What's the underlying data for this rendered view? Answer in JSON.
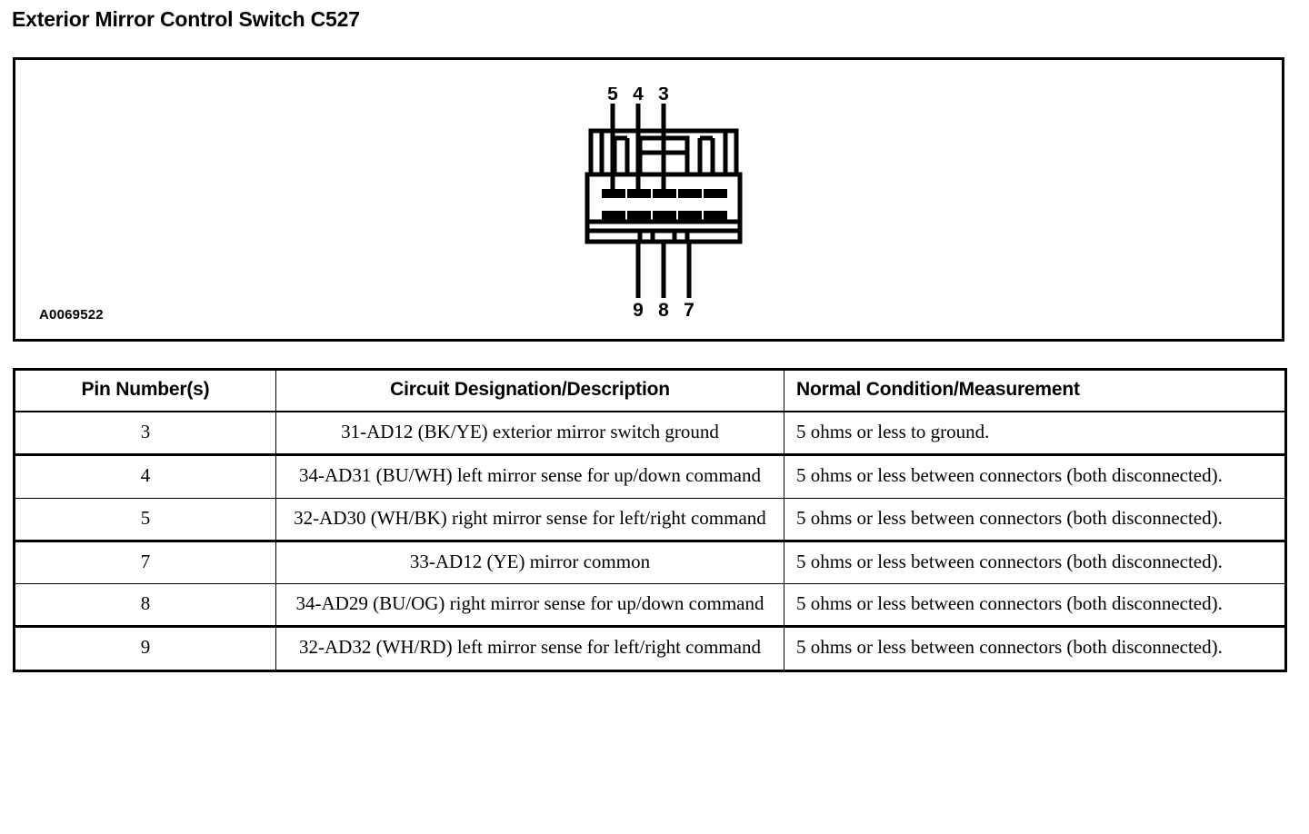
{
  "page": {
    "title": "Exterior Mirror Control Switch C527"
  },
  "diagram": {
    "id_label": "A0069522",
    "top_pin_labels": [
      "5",
      "4",
      "3"
    ],
    "bottom_pin_labels": [
      "9",
      "8",
      "7"
    ],
    "cavity_count_top": 5,
    "cavity_count_bottom": 5,
    "line_color": "#000000"
  },
  "table": {
    "headers": [
      "Pin Number(s)",
      "Circuit Designation/Description",
      "Normal Condition/Measurement"
    ],
    "rows": [
      {
        "pin": "3",
        "description": "31-AD12 (BK/YE) exterior mirror switch ground",
        "measurement": "5 ohms or less to ground."
      },
      {
        "pin": "4",
        "description": "34-AD31 (BU/WH) left mirror sense for up/down command",
        "measurement": "5 ohms or less between connectors (both disconnected)."
      },
      {
        "pin": "5",
        "description": "32-AD30 (WH/BK) right mirror sense for left/right command",
        "measurement": "5 ohms or less between connectors (both disconnected)."
      },
      {
        "pin": "7",
        "description": "33-AD12 (YE) mirror common",
        "measurement": "5 ohms or less between connectors (both disconnected)."
      },
      {
        "pin": "8",
        "description": "34-AD29 (BU/OG) right mirror sense for up/down command",
        "measurement": "5 ohms or less between connectors (both disconnected)."
      },
      {
        "pin": "9",
        "description": "32-AD32 (WH/RD) left mirror sense for left/right command",
        "measurement": "5 ohms or less between connectors (both disconnected)."
      }
    ]
  }
}
